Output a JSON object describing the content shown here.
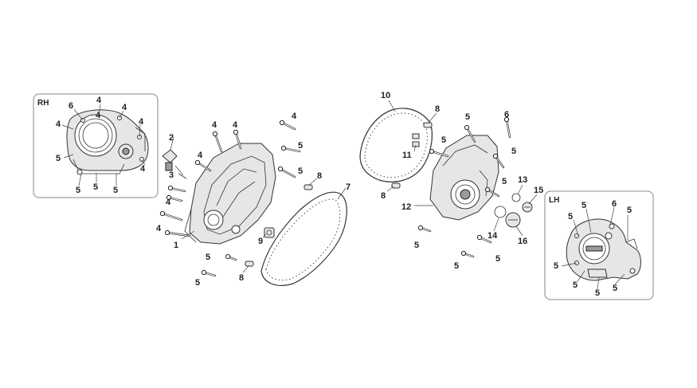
{
  "insets": {
    "rh": {
      "label": "RH"
    },
    "lh": {
      "label": "LH"
    }
  },
  "callouts": [
    "1",
    "2",
    "3",
    "4",
    "4",
    "4",
    "4",
    "4",
    "5",
    "5",
    "5",
    "5",
    "6",
    "7",
    "8",
    "8",
    "9",
    "10",
    "8",
    "5",
    "6",
    "11",
    "5",
    "5",
    "5",
    "5",
    "12",
    "8",
    "13",
    "14",
    "15",
    "16",
    "5",
    "5",
    "4",
    "4",
    "4",
    "4",
    "4",
    "4",
    "4",
    "5",
    "5",
    "5",
    "5",
    "5",
    "5",
    "6",
    "5",
    "5",
    "5",
    "5",
    "5"
  ]
}
